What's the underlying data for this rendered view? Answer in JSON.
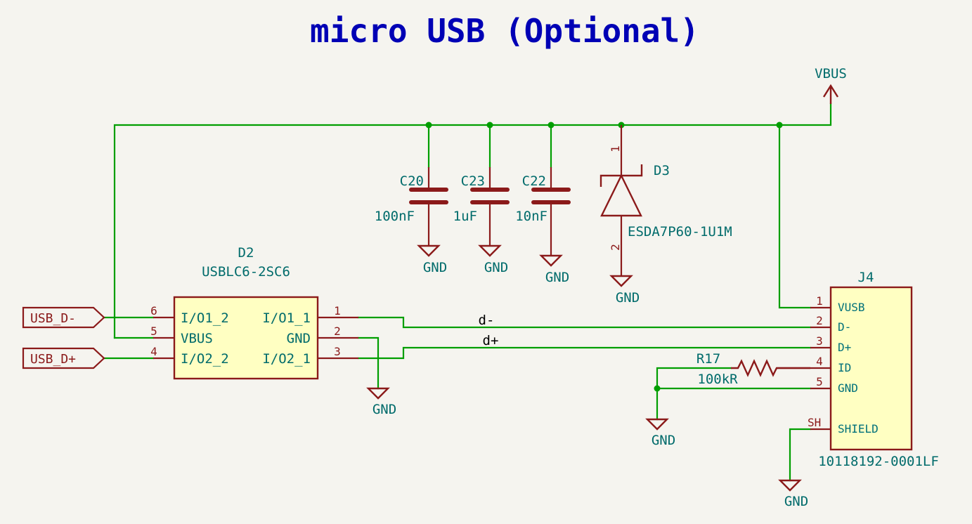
{
  "title": "micro USB (Optional)",
  "power": {
    "vbus": "VBUS",
    "gnd": "GND"
  },
  "ports": {
    "usb_dm": "USB_D-",
    "usb_dp": "USB_D+"
  },
  "nets": {
    "dm": "d-",
    "dp": "d+"
  },
  "c20": {
    "ref": "C20",
    "value": "100nF"
  },
  "c23": {
    "ref": "C23",
    "value": "1uF"
  },
  "c22": {
    "ref": "C22",
    "value": "10nF"
  },
  "d3": {
    "ref": "D3",
    "value": "ESDA7P60-1U1M",
    "pin1": "1",
    "pin2": "2"
  },
  "d2": {
    "ref": "D2",
    "value": "USBLC6-2SC6",
    "left_pins": [
      {
        "num": "6",
        "name": "I/O1_2"
      },
      {
        "num": "5",
        "name": "VBUS"
      },
      {
        "num": "4",
        "name": "I/O2_2"
      }
    ],
    "right_pins": [
      {
        "num": "1",
        "name": "I/O1_1"
      },
      {
        "num": "2",
        "name": "GND"
      },
      {
        "num": "3",
        "name": "I/O2_1"
      }
    ]
  },
  "r17": {
    "ref": "R17",
    "value": "100kR"
  },
  "j4": {
    "ref": "J4",
    "value": "10118192-0001LF",
    "pins": [
      {
        "num": "1",
        "name": "VUSB"
      },
      {
        "num": "2",
        "name": "D-"
      },
      {
        "num": "3",
        "name": "D+"
      },
      {
        "num": "4",
        "name": "ID"
      },
      {
        "num": "5",
        "name": "GND"
      }
    ],
    "shield_num": "SH",
    "shield_name": "SHIELD"
  },
  "colors": {
    "wire": "#009e00",
    "symbol": "#8b1a1a",
    "body_fill": "#ffffc2",
    "label": "#006b6b",
    "title": "#0000b5",
    "background": "#f5f4ef"
  }
}
